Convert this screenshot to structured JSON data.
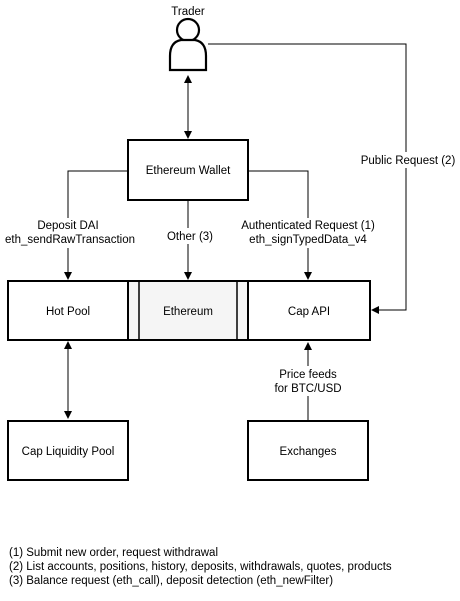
{
  "nodes": {
    "trader": "Trader",
    "wallet": "Ethereum Wallet",
    "hot_pool": "Hot Pool",
    "ethereum": "Ethereum",
    "cap_api": "Cap API",
    "liquidity_pool": "Cap Liquidity Pool",
    "exchanges": "Exchanges"
  },
  "edges": {
    "deposit_line1": "Deposit DAI",
    "deposit_line2": "eth_sendRawTransaction",
    "other": "Other (3)",
    "auth_line1": "Authenticated Request (1)",
    "auth_line2": "eth_signTypedData_v4",
    "public": "Public Request (2)",
    "price_line1": "Price feeds",
    "price_line2": "for BTC/USD"
  },
  "notes": [
    "(1) Submit new order, request withdrawal",
    "(2) List accounts, positions, history, deposits, withdrawals, quotes, products",
    "(3) Balance request (eth_call), deposit detection (eth_newFilter)"
  ],
  "colors": {
    "stroke": "#000000",
    "ethereum_fill": "#f5f5f5"
  }
}
